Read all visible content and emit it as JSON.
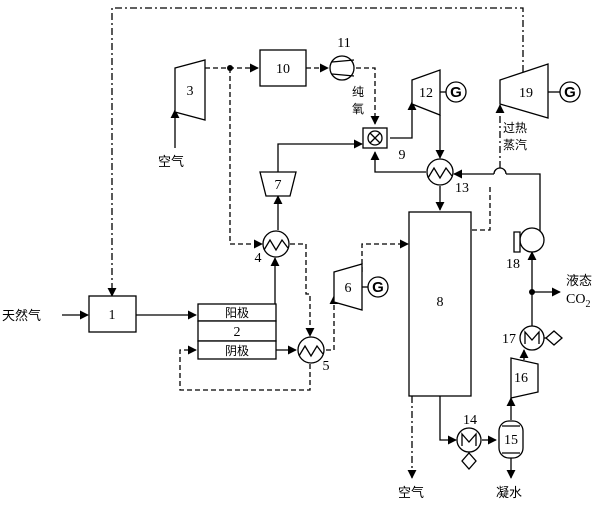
{
  "components": {
    "c1": "1",
    "c2": "2",
    "c3": "3",
    "c4": "4",
    "c5": "5",
    "c6": "6",
    "c7": "7",
    "c8": "8",
    "c9": "9",
    "c10": "10",
    "c11": "11",
    "c12": "12",
    "c13": "13",
    "c14": "14",
    "c15": "15",
    "c16": "16",
    "c17": "17",
    "c18": "18",
    "c19": "19"
  },
  "labels": {
    "natural_gas": "天然气",
    "air_inlet": "空气",
    "anode": "阳极",
    "cathode": "阴极",
    "pure_oxygen": "纯氧",
    "superheated_steam": "过热蒸汽",
    "liquid_co2": "液态",
    "co2": "CO",
    "co2_sub": "2",
    "air_outlet": "空气",
    "condensate": "凝水",
    "generator": "G"
  },
  "colors": {
    "line": "#000000",
    "background": "#ffffff"
  }
}
